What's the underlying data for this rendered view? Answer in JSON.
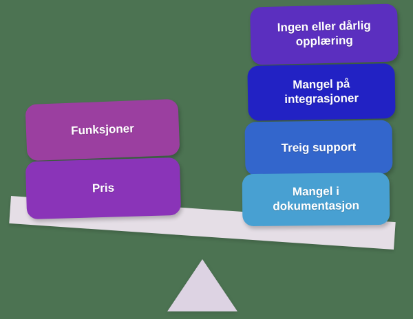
{
  "figure": {
    "type": "balance-scale-comparison",
    "background_color": "#4c7352"
  },
  "seesaw": {
    "beam_name": "balance-beam",
    "beam_color": "#e5dee6",
    "fulcrum_color": "#ddd3e3",
    "tilt_degrees": 3.9,
    "heavier_side": "right"
  },
  "left_side": {
    "cards": [
      {
        "label": "Funksjoner",
        "color": "#9b3fa0"
      },
      {
        "label": "Pris",
        "color": "#8a34b8"
      }
    ]
  },
  "right_side": {
    "cards": [
      {
        "label": "Ingen eller dårlig\nopplæring",
        "color": "#5b2fbf"
      },
      {
        "label": "Mangel på\nintegrasjoner",
        "color": "#2222c4"
      },
      {
        "label": "Treig support",
        "color": "#3366cc"
      },
      {
        "label": "Mangel i\ndokumentasjon",
        "color": "#48a0d2"
      }
    ]
  }
}
